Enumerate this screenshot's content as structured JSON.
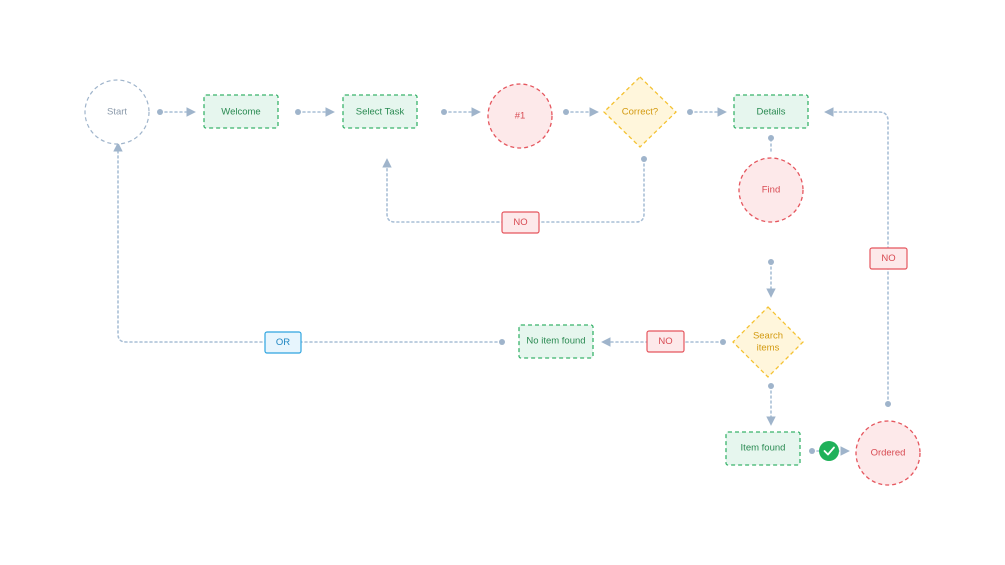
{
  "colors": {
    "line": "#a9bfd6",
    "dot": "#9fb4cb",
    "green_fill": "#e6f6ee",
    "green_stroke": "#39b36b",
    "green_text": "#2a8a52",
    "red_fill": "#fde9ea",
    "red_stroke": "#e5565e",
    "red_text": "#d84a52",
    "yellow_fill": "#fff6dc",
    "yellow_stroke": "#f4c232",
    "yellow_text": "#d39a10",
    "blue_fill": "#e7f5fd",
    "blue_stroke": "#2fa5e0",
    "blue_text": "#1f86c2",
    "start_stroke": "#9fb4cb",
    "start_text": "#8a99aa",
    "check_fill": "#20b15a"
  },
  "nodes": {
    "start": "Start",
    "welcome": "Welcome",
    "select_task": "Select Task",
    "num1": "#1",
    "correct": "Correct?",
    "details": "Details",
    "find": "Find",
    "search_items_line1": "Search",
    "search_items_line2": "items",
    "no_item_found": "No item found",
    "item_found": "Item found",
    "ordered": "Ordered"
  },
  "labels": {
    "no_correct": "NO",
    "no_search": "NO",
    "no_ordered": "NO",
    "or": "OR"
  },
  "icons": {
    "check": "check-circle-icon"
  }
}
